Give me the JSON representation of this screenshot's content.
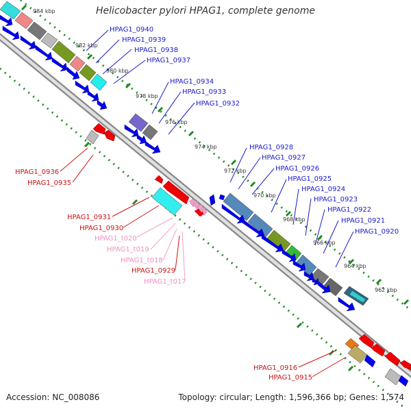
{
  "title": "Helicobacter pylori HPAG1, complete genome",
  "footer": {
    "accession": "Accession: NC_008086",
    "topology": "Topology: circular; Length: 1,596,366 bp; Genes: 1,574"
  },
  "colors": {
    "forward_gene": "#0000ee",
    "reverse_gene": "#ee0000",
    "trna": "#f0a0c8",
    "label_blue": "#1a1acc",
    "label_red": "#cc1111",
    "label_pink": "#f090c0",
    "scale_tick": "#228822",
    "backbone": "#888888"
  },
  "scale_labels": [
    "984 kbp",
    "982 kbp",
    "980 kbp",
    "978 kbp",
    "976 kbp",
    "974 kbp",
    "972 kbp",
    "970 kbp",
    "968 kbp",
    "966 kbp",
    "964 kbp",
    "962 kbp"
  ],
  "gene_labels": {
    "top_group": [
      "HPAG1_0940",
      "HPAG1_0939",
      "HPAG1_0938",
      "HPAG1_0937"
    ],
    "mid_group": [
      "HPAG1_0934",
      "HPAG1_0933",
      "HPAG1_0932"
    ],
    "left_red_group": [
      "HPAG1_0936",
      "HPAG1_0935"
    ],
    "right_group": [
      "HPAG1_0928",
      "HPAG1_0927",
      "HPAG1_0926",
      "HPAG1_0925",
      "HPAG1_0924",
      "HPAG1_0923",
      "HPAG1_0922",
      "HPAG1_0921",
      "HPAG1_0920"
    ],
    "center_group": [
      "HPAG1_0931",
      "HPAG1_0930",
      "HPAG1_t020",
      "HPAG1_t019",
      "HPAG1_t018",
      "HPAG1_0929",
      "HPAG1_t017"
    ],
    "bottom_group": [
      "HPAG1_0916",
      "HPAG1_0915"
    ]
  }
}
